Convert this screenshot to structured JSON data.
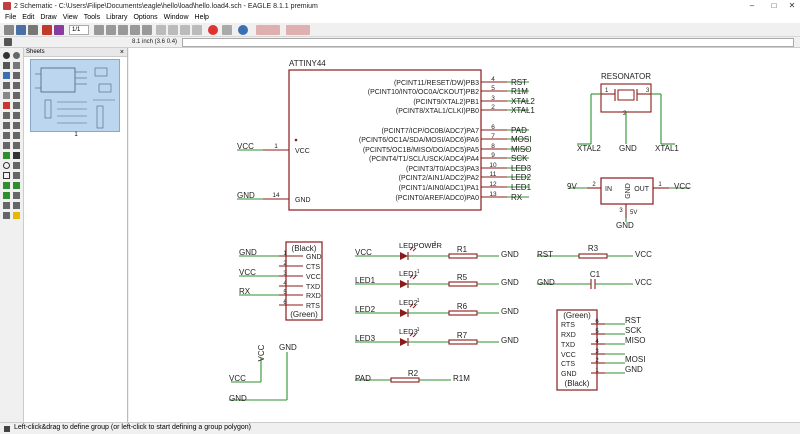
{
  "window": {
    "title": "2 Schematic - C:\\Users\\Filipe\\Documents\\eagle\\hello\\load\\hello.load4.sch - EAGLE 8.1.1 premium"
  },
  "menu": [
    "File",
    "Edit",
    "Draw",
    "View",
    "Tools",
    "Library",
    "Options",
    "Window",
    "Help"
  ],
  "toolbar": {
    "sheet_value": "1/1"
  },
  "coordinate": "8.1 inch (3.6 0.4)",
  "sheets": {
    "title": "Sheets",
    "close": "×",
    "thumb_label": "1"
  },
  "status": {
    "text": "Left-click&drag to define group (or left-click to start defining a group polygon)"
  },
  "colors": {
    "wire": "#2f8f2f",
    "part": "#8b1a1a",
    "text": "#222222",
    "thumb": "#bcd6f0"
  },
  "schematic": {
    "attiny": {
      "name": "ATTINY44",
      "left_pins": [
        {
          "label": "VCC",
          "num": "1",
          "net": "VCC"
        },
        {
          "label": "GND",
          "num": "14",
          "net": "GND"
        }
      ],
      "right_pins": [
        {
          "label": "(PCINT11/RESET/DW)PB3",
          "num": "4",
          "net": "RST"
        },
        {
          "label": "(PCINT10/INT0/OC0A/CKOUT)PB2",
          "num": "5",
          "net": "R1M"
        },
        {
          "label": "(PCINT9/XTAL2)PB1",
          "num": "3",
          "net": "XTAL2"
        },
        {
          "label": "(PCINT8/XTAL1/CLKI)PB0",
          "num": "2",
          "net": "XTAL1"
        },
        {
          "label": "(PCINT7/ICP/OC0B/ADC7)PA7",
          "num": "6",
          "net": "PAD"
        },
        {
          "label": "(PCINT6/OC1A/SDA/MOSI/ADC6)PA6",
          "num": "7",
          "net": "MOSI"
        },
        {
          "label": "(PCINT5/OC1B/MISO/DO/ADC5)PA5",
          "num": "8",
          "net": "MISO"
        },
        {
          "label": "(PCINT4/T1/SCL/USCK/ADC4)PA4",
          "num": "9",
          "net": "SCK"
        },
        {
          "label": "(PCINT3/T0/ADC3)PA3",
          "num": "10",
          "net": "LED3"
        },
        {
          "label": "(PCINT2/AIN1/ADC2)PA2",
          "num": "11",
          "net": "LED2"
        },
        {
          "label": "(PCINT1/AIN0/ADC1)PA1",
          "num": "12",
          "net": "LED1"
        },
        {
          "label": "(PCINT0/AREF/ADC0)PA0",
          "num": "13",
          "net": "RX"
        }
      ]
    },
    "resonator": {
      "name": "RESONATOR",
      "pins": [
        "1",
        "2",
        "3"
      ],
      "nets": [
        "XTAL2",
        "GND",
        "XTAL1"
      ]
    },
    "regulator": {
      "in_net": "9V",
      "in_num": "2",
      "in_label": "IN",
      "gnd_label": "GND",
      "out_label": "OUT",
      "out_num": "1",
      "out_net": "VCC",
      "gnd_num": "3",
      "gnd_voltage": "5V",
      "gnd_net": "GND"
    },
    "ftdi": {
      "top": "(Black)",
      "bottom": "(Green)",
      "pins": [
        {
          "label": "GND",
          "num": "1",
          "net": "GND"
        },
        {
          "label": "CTS",
          "num": "2",
          "net": ""
        },
        {
          "label": "VCC",
          "num": "3",
          "net": "VCC"
        },
        {
          "label": "TXD",
          "num": "4",
          "net": ""
        },
        {
          "label": "RXD",
          "num": "5",
          "net": "RX"
        },
        {
          "label": "RTS",
          "num": "6",
          "net": ""
        }
      ]
    },
    "isp": {
      "top": "(Green)",
      "bottom": "(Black)",
      "pins": [
        {
          "label": "RTS",
          "num": "6",
          "net": "RST"
        },
        {
          "label": "RXD",
          "num": "5",
          "net": "SCK"
        },
        {
          "label": "TXD",
          "num": "4",
          "net": "MISO"
        },
        {
          "label": "VCC",
          "num": "3",
          "net": ""
        },
        {
          "label": "CTS",
          "num": "2",
          "net": "MOSI"
        },
        {
          "label": "GND",
          "num": "1",
          "net": "GND"
        }
      ]
    },
    "leds": [
      {
        "name": "LEDPOWER",
        "sup": "1",
        "left": "VCC",
        "res": "R1",
        "right": "GND"
      },
      {
        "name": "LED1",
        "sup": "1",
        "left": "LED1",
        "res": "R5",
        "right": "GND"
      },
      {
        "name": "LED2",
        "sup": "1",
        "left": "LED2",
        "res": "R6",
        "right": "GND"
      },
      {
        "name": "LED3",
        "sup": "1",
        "left": "LED3",
        "res": "R7",
        "right": "GND"
      }
    ],
    "r3": {
      "left": "RST",
      "name": "R3",
      "right": "VCC"
    },
    "c1": {
      "left": "GND",
      "name": "C1",
      "right": "VCC"
    },
    "r2": {
      "left": "PAD",
      "name": "R2",
      "right": "R1M"
    },
    "power": {
      "vcc_label": "VCC",
      "gnd_label": "GND",
      "vcc_net": "VCC",
      "gnd_net": "GND"
    }
  }
}
